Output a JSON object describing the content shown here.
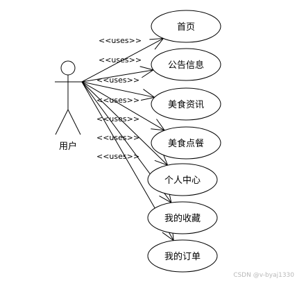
{
  "actor": {
    "name": "用户"
  },
  "relation_label": "<<uses>>",
  "use_cases": [
    {
      "label": "首页"
    },
    {
      "label": "公告信息"
    },
    {
      "label": "美食资讯"
    },
    {
      "label": "美食点餐"
    },
    {
      "label": "个人中心"
    },
    {
      "label": "我的收藏"
    },
    {
      "label": "我的订单"
    }
  ],
  "watermark": "CSDN @v-byaj1330",
  "colors": {
    "stroke": "#000000",
    "fill": "#ffffff",
    "watermark": "#b8b8b8"
  }
}
